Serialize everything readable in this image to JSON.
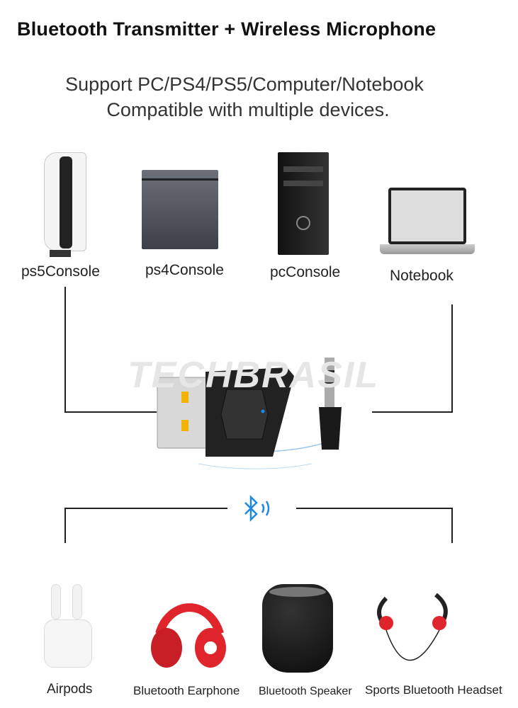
{
  "title": "Bluetooth Transmitter + Wireless Microphone",
  "subtitle": [
    "Support PC/PS4/PS5/Computer/Notebook",
    "Compatible with multiple devices."
  ],
  "watermark": "TECHBRASIL",
  "top_devices": [
    {
      "label": "ps5Console"
    },
    {
      "label": "ps4Console"
    },
    {
      "label": "pcConsole"
    },
    {
      "label": "Notebook"
    }
  ],
  "bottom_devices": [
    {
      "label": "Airpods"
    },
    {
      "label": "Bluetooth Earphone"
    },
    {
      "label": "Bluetooth Speaker"
    },
    {
      "label": "Sports Bluetooth Headset"
    }
  ],
  "colors": {
    "accent": "#1e88e5",
    "line": "#222222",
    "red": "#e0242c"
  }
}
